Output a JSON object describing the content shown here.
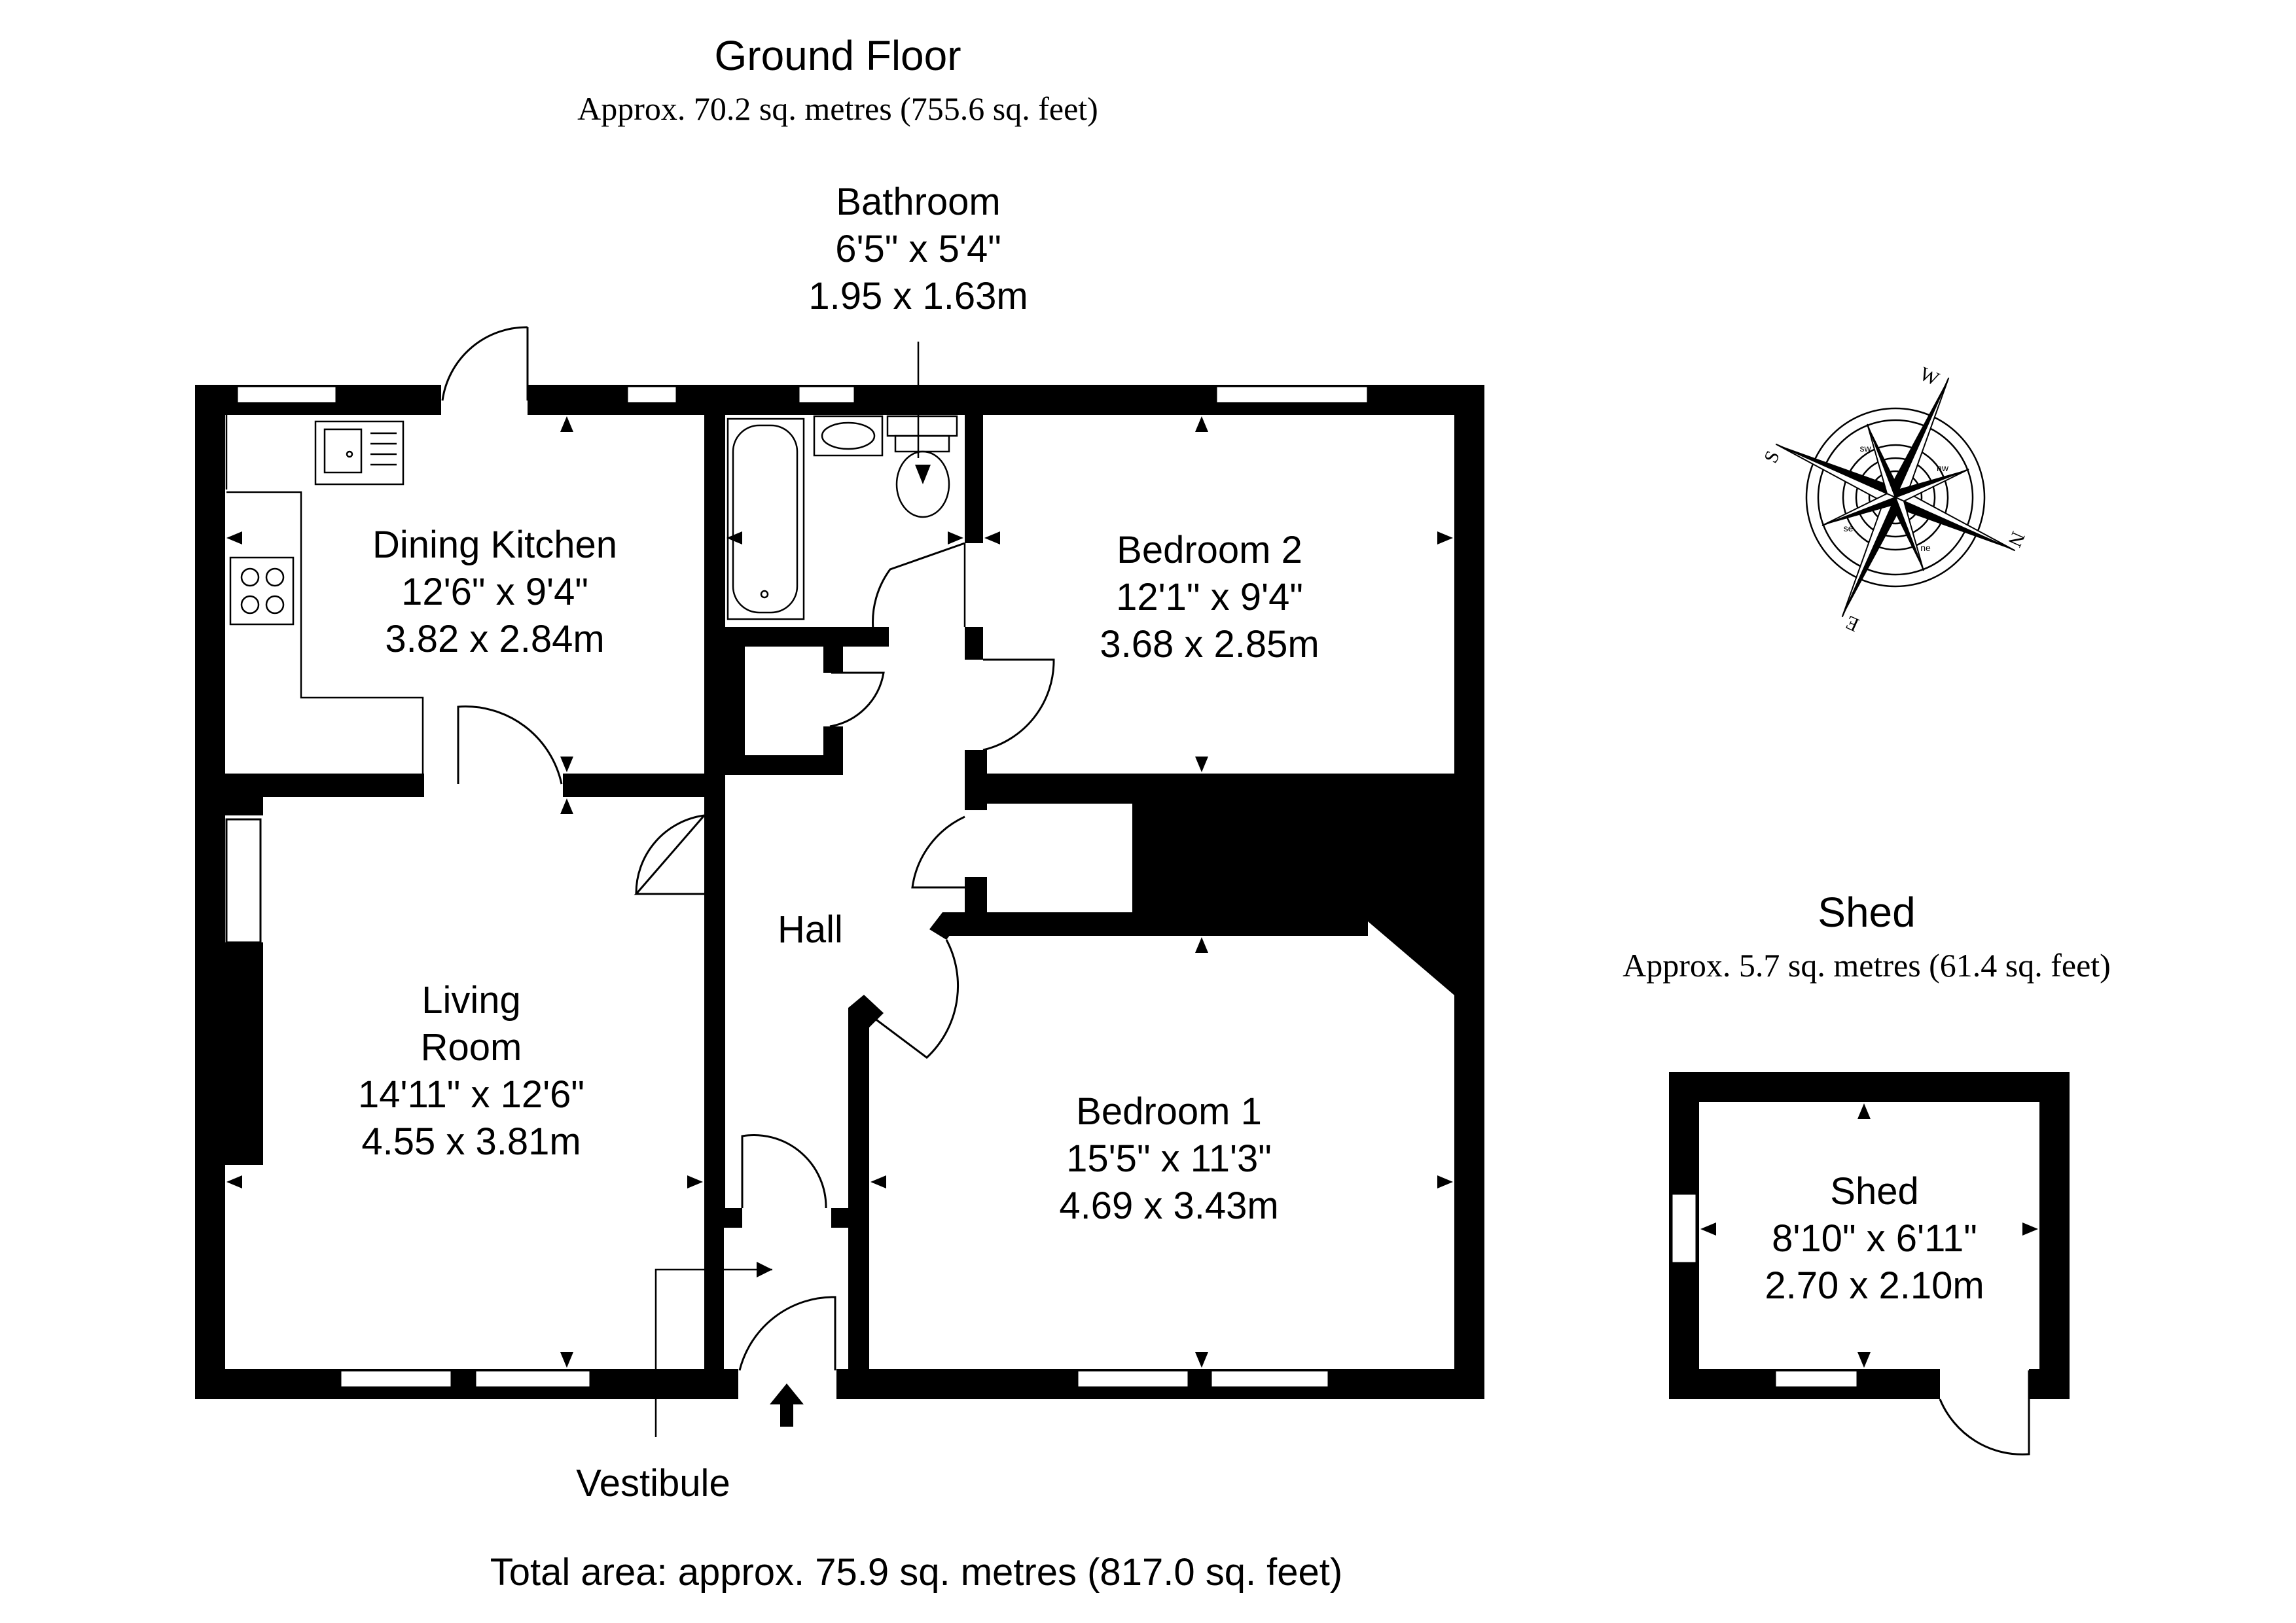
{
  "ground_floor": {
    "title": "Ground Floor",
    "area": "Approx. 70.2 sq. metres (755.6 sq. feet)"
  },
  "shed_block": {
    "title": "Shed",
    "area": "Approx. 5.7 sq. metres (61.4 sq. feet)"
  },
  "total_area": "Total area: approx. 75.9 sq. metres (817.0 sq. feet)",
  "rooms": {
    "bathroom": {
      "name": "Bathroom",
      "imperial": "6'5\" x 5'4\"",
      "metric": "1.95 x 1.63m"
    },
    "dining_kitchen": {
      "name": "Dining Kitchen",
      "imperial": "12'6\" x 9'4\"",
      "metric": "3.82 x 2.84m"
    },
    "bedroom_2": {
      "name": "Bedroom 2",
      "imperial": "12'1\" x 9'4\"",
      "metric": "3.68 x 2.85m"
    },
    "hall": {
      "name": "Hall"
    },
    "living_room": {
      "name_line1": "Living",
      "name_line2": "Room",
      "imperial": "14'11\" x 12'6\"",
      "metric": "4.55 x 3.81m"
    },
    "bedroom_1": {
      "name": "Bedroom 1",
      "imperial": "15'5\" x 11'3\"",
      "metric": "4.69 x 3.43m"
    },
    "vestibule": {
      "name": "Vestibule"
    },
    "shed": {
      "name": "Shed",
      "imperial": "8'10\" x 6'11\"",
      "metric": "2.70 x 2.10m"
    }
  },
  "compass": {
    "labels": [
      "W",
      "N",
      "E",
      "S"
    ],
    "inner_labels": [
      "sw",
      "nw",
      "ne",
      "se"
    ]
  },
  "icons": [
    "compass-rose-icon",
    "entrance-arrow-icon",
    "sink-icon",
    "hob-icon",
    "bath-icon",
    "washbasin-icon",
    "toilet-icon"
  ]
}
